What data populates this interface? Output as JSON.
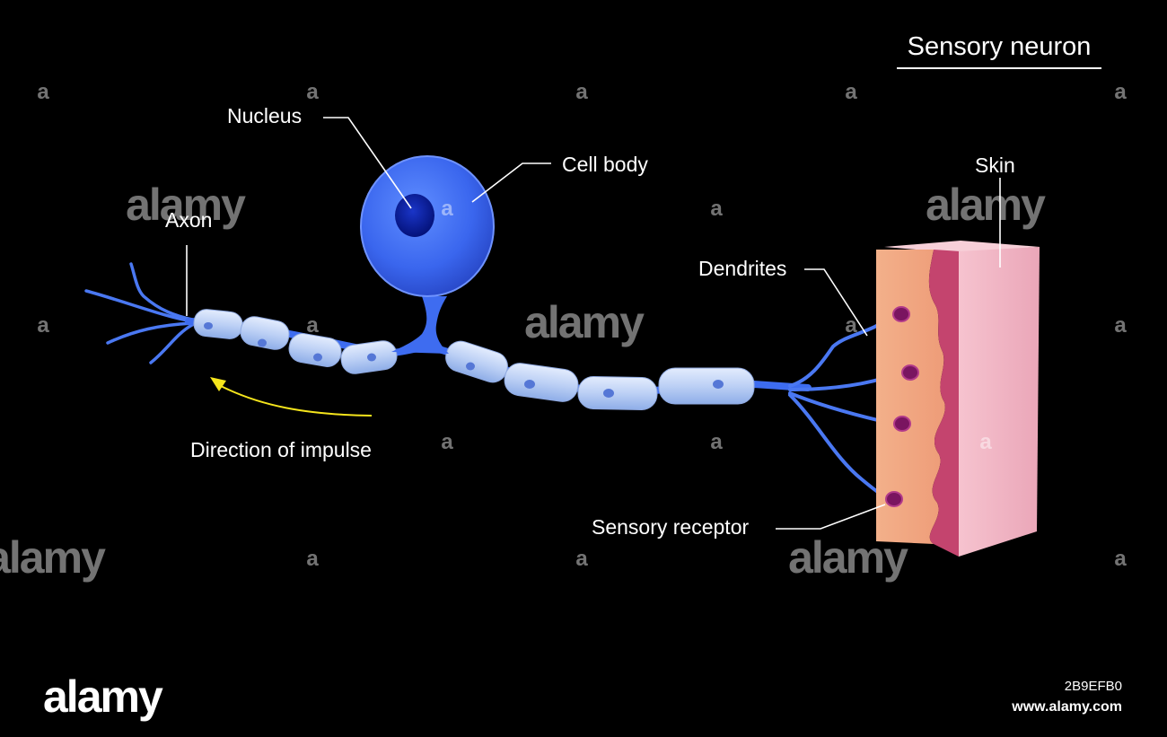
{
  "title": "Sensory neuron",
  "labels": {
    "nucleus": "Nucleus",
    "cell_body": "Cell body",
    "axon": "Axon",
    "skin": "Skin",
    "dendrites": "Dendrites",
    "direction": "Direction of impulse",
    "sensory_receptor": "Sensory receptor"
  },
  "watermark": {
    "word": "alamy",
    "mark": "a"
  },
  "footer": {
    "logo": "alamy",
    "image_id": "2B9EFB0",
    "url": "www.alamy.com"
  },
  "colors": {
    "background": "#000000",
    "neuron_blue": "#3f6ff0",
    "myelin": "#bcd0f5",
    "nucleus": "#071fa8",
    "arrow": "#f5e51c",
    "skin_epidermis": "#f1a987",
    "skin_dermis": "#c4446e",
    "skin_surface": "#f3bfcc",
    "receptor": "#7a1560"
  }
}
